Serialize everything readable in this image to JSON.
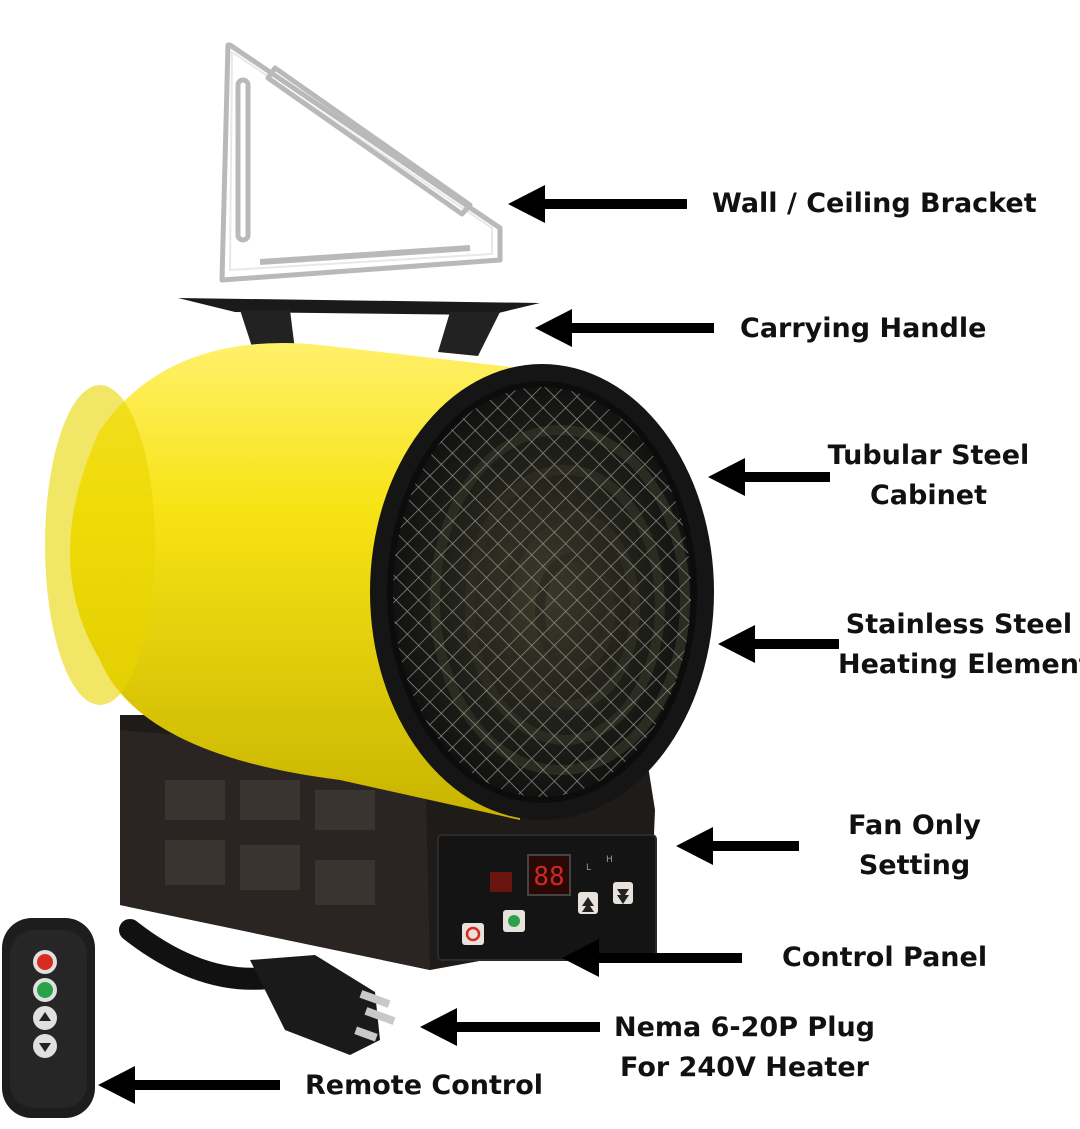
{
  "colors": {
    "background": "#ffffff",
    "heater_yellow": "#f7e314",
    "heater_black": "#1b1b1b",
    "arrow": "#000000",
    "power_red": "#d82b22",
    "fan_green": "#2aa24a"
  },
  "callouts": [
    {
      "id": "bracket",
      "lines": [
        "Wall / Ceiling Bracket"
      ]
    },
    {
      "id": "handle",
      "lines": [
        "Carrying Handle"
      ]
    },
    {
      "id": "cabinet",
      "lines": [
        "Tubular Steel",
        "Cabinet"
      ]
    },
    {
      "id": "element",
      "lines": [
        "Stainless Steel",
        "Heating Element"
      ]
    },
    {
      "id": "fan",
      "lines": [
        "Fan Only",
        "Setting"
      ]
    },
    {
      "id": "panel",
      "lines": [
        "Control Panel"
      ]
    },
    {
      "id": "plug",
      "lines": [
        "Nema 6-20P Plug",
        "For 240V Heater"
      ]
    },
    {
      "id": "remote",
      "lines": [
        "Remote Control"
      ]
    }
  ],
  "control_panel": {
    "display": "88",
    "indicators": [
      "L",
      "H"
    ]
  }
}
